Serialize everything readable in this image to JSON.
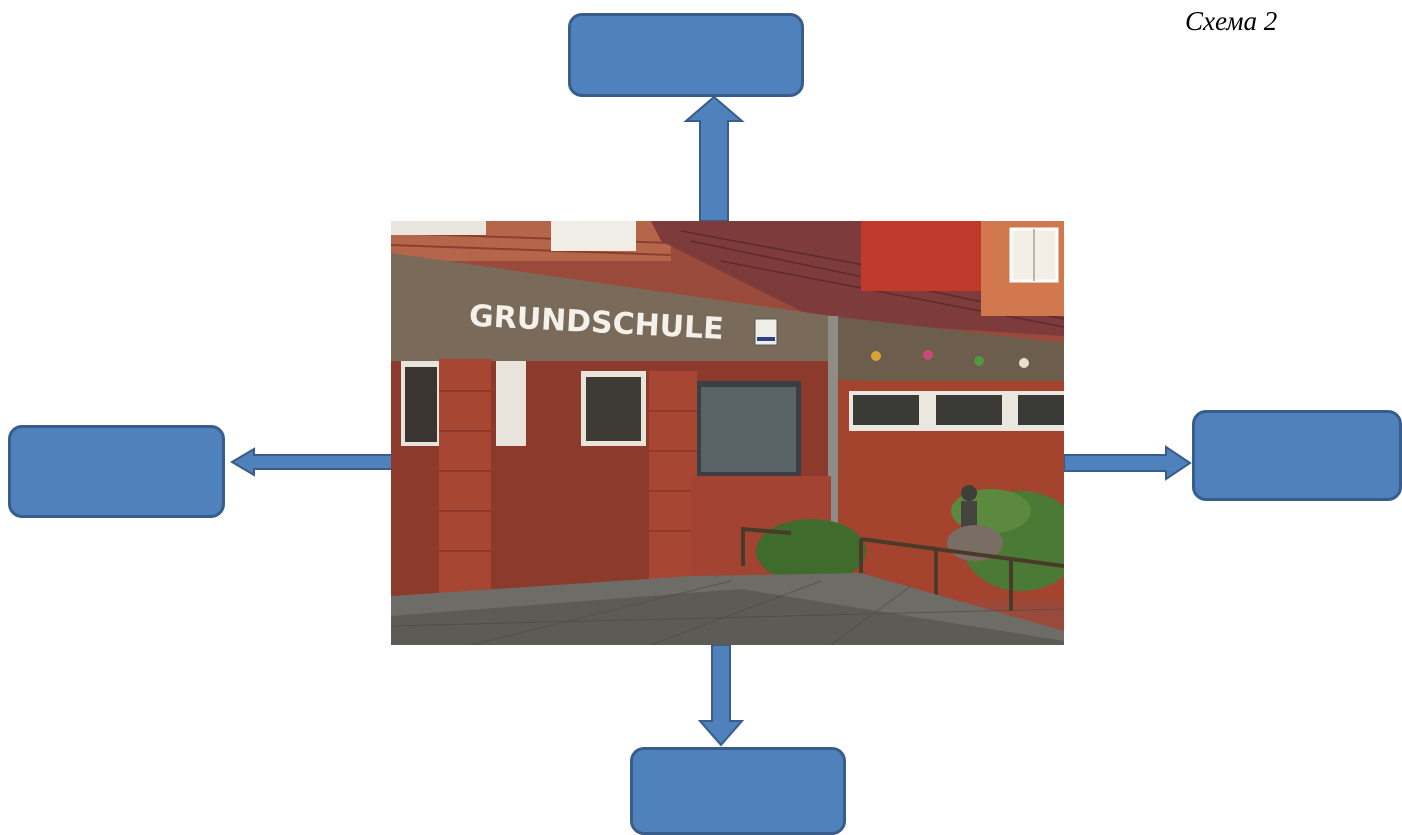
{
  "caption": "Схема 2",
  "photo": {
    "sign_text": "GRUNDSCHULE"
  },
  "colors": {
    "box_fill": "#4f81bd",
    "box_border": "#385d8a"
  },
  "boxes": [
    {
      "id": "top",
      "text": ""
    },
    {
      "id": "left",
      "text": ""
    },
    {
      "id": "right",
      "text": ""
    },
    {
      "id": "bottom",
      "text": ""
    }
  ]
}
